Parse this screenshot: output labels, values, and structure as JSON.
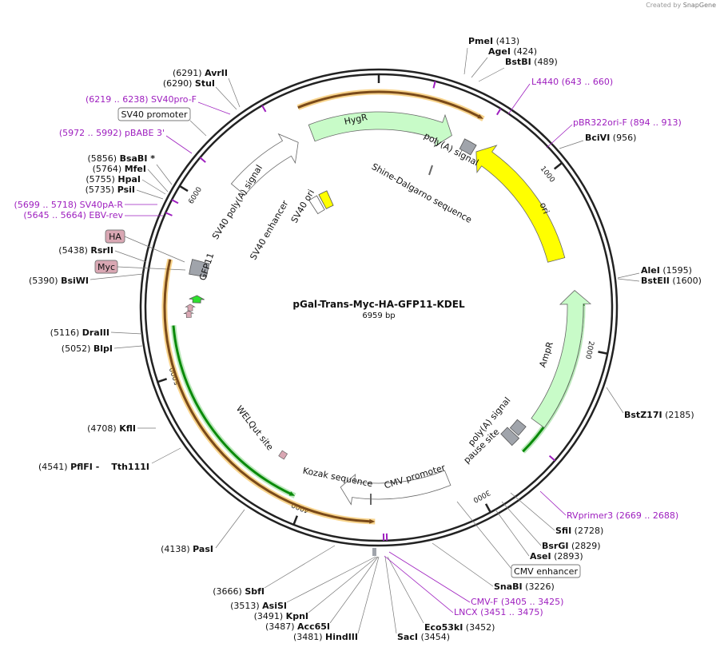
{
  "credit": {
    "prefix": "Created by",
    "brand": "SnapGene"
  },
  "plasmid": {
    "name": "pGal-Trans-Myc-HA-GFP11-KDEL",
    "length": 6959,
    "length_label": "6959 bp"
  },
  "ticks": [
    "1000",
    "2000",
    "3000",
    "4000",
    "5000",
    "6000"
  ],
  "colors": {
    "orange": "#f0a000",
    "yellow": "#ffff00",
    "green": "#c8fbc8",
    "darkgreen": "#0a8a0a",
    "primer": "#9e1fbf",
    "feature_gray": "#a0a4ab",
    "tag": "#d9a7b3"
  },
  "sites": [
    {
      "name": "PmeI",
      "pos": "(413)"
    },
    {
      "name": "AgeI",
      "pos": "(424)"
    },
    {
      "name": "BstBI",
      "pos": "(489)"
    },
    {
      "name": "BciVI",
      "pos": "(956)"
    },
    {
      "name": "AleI",
      "pos": "(1595)"
    },
    {
      "name": "BstEII",
      "pos": "(1600)"
    },
    {
      "name": "BstZ17I",
      "pos": "(2185)"
    },
    {
      "name": "SfiI",
      "pos": "(2728)"
    },
    {
      "name": "BsrGI",
      "pos": "(2829)"
    },
    {
      "name": "AseI",
      "pos": "(2893)"
    },
    {
      "name": "SnaBI",
      "pos": "(3226)"
    },
    {
      "name": "Eco53kI",
      "pos": "(3452)"
    },
    {
      "name": "SacI",
      "pos": "(3454)"
    },
    {
      "name": "HindIII",
      "pos": "(3481)"
    },
    {
      "name": "Acc65I",
      "pos": "(3487)"
    },
    {
      "name": "KpnI",
      "pos": "(3491)"
    },
    {
      "name": "AsiSI",
      "pos": "(3513)"
    },
    {
      "name": "SbfI",
      "pos": "(3666)"
    },
    {
      "name": "PasI",
      "pos": "(4138)"
    },
    {
      "name": "PflFI",
      "pos": "(4541)"
    },
    {
      "name": "Tth111I",
      "pos": ""
    },
    {
      "name": "KflI",
      "pos": "(4708)"
    },
    {
      "name": "BlpI",
      "pos": "(5052)"
    },
    {
      "name": "DraIII",
      "pos": "(5116)"
    },
    {
      "name": "BsiWI",
      "pos": "(5390)"
    },
    {
      "name": "RsrII",
      "pos": "(5438)"
    },
    {
      "name": "PsiI",
      "pos": "(5735)"
    },
    {
      "name": "HpaI",
      "pos": "(5755)"
    },
    {
      "name": "MfeI",
      "pos": "(5764)"
    },
    {
      "name": "BsaBI *",
      "pos": "(5856)"
    },
    {
      "name": "StuI",
      "pos": "(6290)"
    },
    {
      "name": "AvrII",
      "pos": "(6291)"
    }
  ],
  "primers": [
    {
      "name": "L4440",
      "range": "(643 .. 660)"
    },
    {
      "name": "pBR322ori-F",
      "range": "(894 .. 913)"
    },
    {
      "name": "RVprimer3",
      "range": "(2669 .. 2688)"
    },
    {
      "name": "CMV-F",
      "range": "(3405 .. 3425)"
    },
    {
      "name": "LNCX",
      "range": "(3451 .. 3475)"
    },
    {
      "name": "EBV-rev",
      "range": "(5645 .. 5664)"
    },
    {
      "name": "SV40pA-R",
      "range": "(5699 .. 5718)"
    },
    {
      "name": "pBABE 3'",
      "range": "(5972 .. 5992)"
    },
    {
      "name": "SV40pro-F",
      "range": "(6219 .. 6238)"
    }
  ],
  "boxed_labels": [
    "SV40 promoter",
    "CMV enhancer",
    "HA",
    "Myc"
  ],
  "features": [
    "HygR",
    "poly(A) signal",
    "Shine-Dalgarno sequence",
    "ori",
    "AmpR",
    "poly(A) signal",
    "pause site",
    "CMV promoter",
    "Kozak sequence",
    "WELQut site",
    "GFP11",
    "SV40 poly(A) signal",
    "SV40 enhancer",
    "SV40 ori"
  ]
}
